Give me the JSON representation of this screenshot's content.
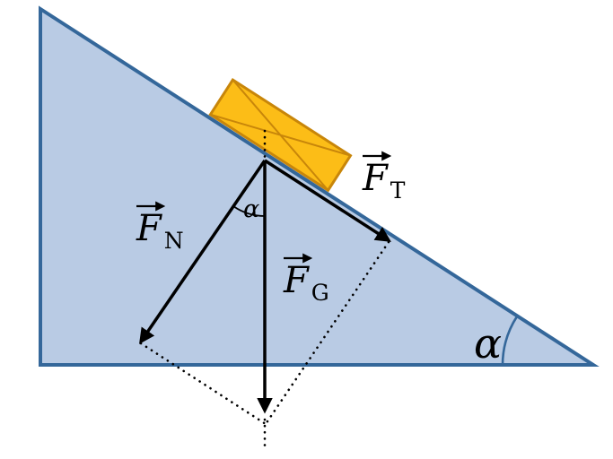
{
  "diagram": {
    "name": "inclined-plane-force-decomposition",
    "labels": {
      "force_normal": {
        "symbol": "F",
        "subscript": "N"
      },
      "force_tangential": {
        "symbol": "F",
        "subscript": "T"
      },
      "force_gravity": {
        "symbol": "F",
        "subscript": "G"
      },
      "angle_incline": "α",
      "angle_decomposition": "α"
    },
    "colors": {
      "plane_fill": "#b9cbe4",
      "plane_stroke": "#34679a",
      "block_fill": "#fcbd17",
      "block_stroke": "#c8860a",
      "vector_color": "#000000"
    }
  }
}
